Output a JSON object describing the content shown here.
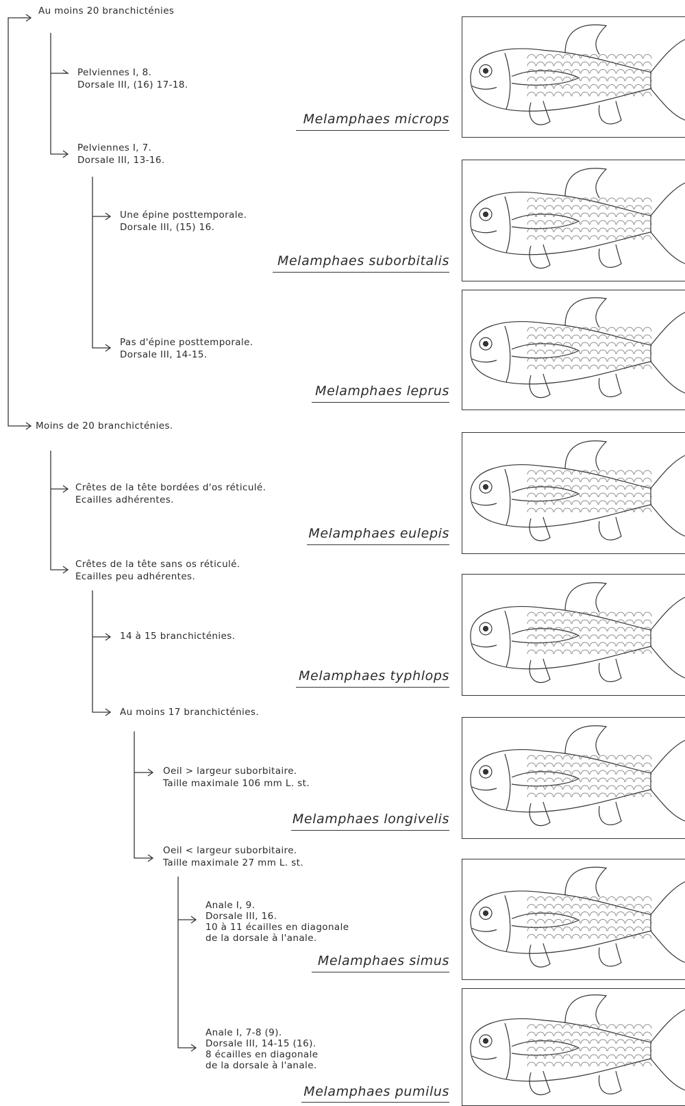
{
  "key": {
    "top_branch": "Au moins 20 branchicténies",
    "bottom_branch": "Moins de 20 branchicténies.",
    "micrale_group": {
      "line1": "Pelviennes  I, 8.",
      "line2": "Dorsale      III, (16) 17-18."
    },
    "seven_group": {
      "line1": "Pelviennes  I, 7.",
      "line2": "Dorsale      III, 13-16."
    },
    "subor_group": {
      "line1": "Une épine posttemporale.",
      "line2": "Dorsale  III, (15) 16."
    },
    "leprus_group": {
      "line1": "Pas d'épine posttemporale.",
      "line2": "Dorsale  III, 14-15."
    },
    "eulepis_group": {
      "line1": "Crêtes de la tête bordées d'os réticulé.",
      "line2": "Ecailles adhérentes."
    },
    "nonret_group": {
      "line1": "Crêtes de la tête sans os réticulé.",
      "line2": "Ecailles peu adhérentes."
    },
    "typhlops_group": {
      "line1": "14 à 15 branchicténies."
    },
    "seventeen_group": {
      "line1": "Au moins 17 branchicténies."
    },
    "longivelis_group": {
      "line1": "Oeil > largeur suborbitaire.",
      "line2": "Taille maximale  106 mm  L. st."
    },
    "small_eye_group": {
      "line1": "Oeil < largeur suborbitaire.",
      "line2": "Taille maximale  27 mm  L. st."
    },
    "simus_group": {
      "line1": "Anale   I, 9.",
      "line2": "Dorsale III, 16.",
      "line3": "10 à 11 écailles en diagonale",
      "line4": "de la dorsale à l'anale."
    },
    "pumilus_group": {
      "line1": "Anale   I, 7-8 (9).",
      "line2": "Dorsale III, 14-15 (16).",
      "line3": "8 écailles en diagonale",
      "line4": "de la dorsale à l'anale."
    }
  },
  "species": {
    "microps": "Melamphaes  microps",
    "suborbitalis": "Melamphaes  suborbitalis",
    "leprus": "Melamphaes  leprus",
    "eulepis": "Melamphaes  eulepis",
    "typhlops": "Melamphaes  typhlops",
    "longivelis": "Melamphaes  longivelis",
    "simus": "Melamphaes  simus",
    "pumilus": "Melamphaes  pumilus"
  },
  "colors": {
    "ink": "#2a2a2a",
    "paper": "#ffffff"
  }
}
